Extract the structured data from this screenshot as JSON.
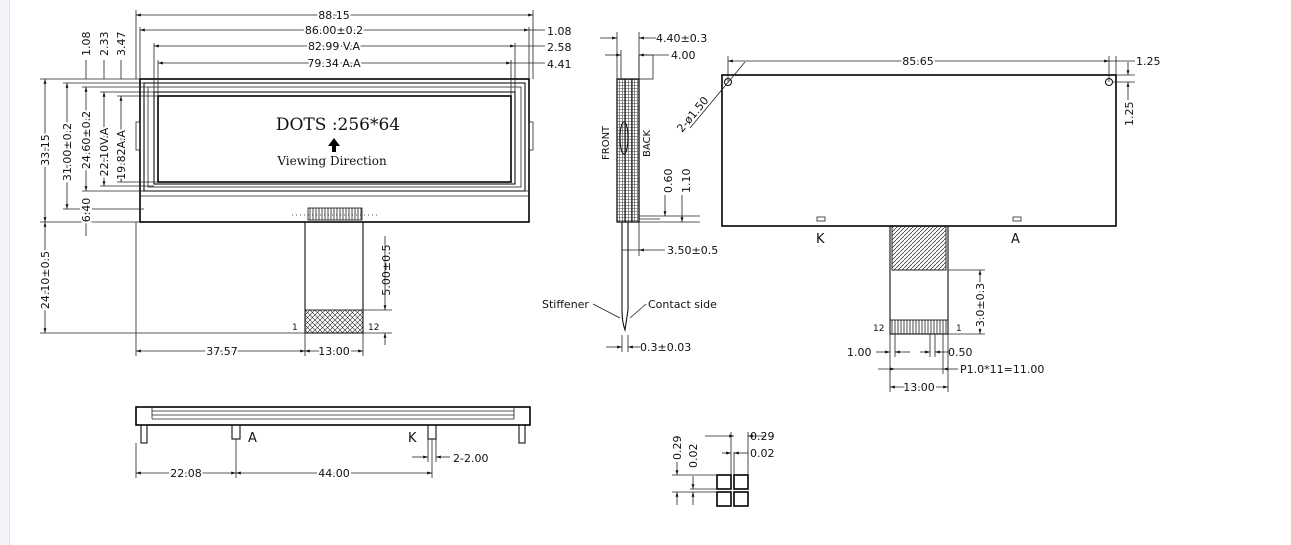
{
  "front_view": {
    "width_overall": "88.15",
    "width_outline": "86.00±0.2",
    "width_va": "82.99 V.A",
    "width_aa": "79.34 A.A",
    "right_offset_1": "1.08",
    "right_offset_2": "2.58",
    "right_offset_3": "4.41",
    "top_offset_1": "1.08",
    "top_offset_2": "2.33",
    "top_offset_3": "3.47",
    "height_overall": "33.15",
    "height_outline": "31.00±0.2",
    "height_2": "24.60±0.2",
    "height_va": "22.10V.A",
    "height_aa": "19.82A.A",
    "bottom_offset": "6.40",
    "fpc_length": "24.10±0.5",
    "dots_label": "DOTS :256*64",
    "viewing_direction": "Viewing Direction",
    "pin_first": "1",
    "pin_last": "12",
    "fpc_stiff_len": "5.00±0.5",
    "fpc_left_offset": "37.57",
    "fpc_width": "13.00"
  },
  "side_view": {
    "thickness_1": "4.40±0.3",
    "thickness_2": "4.00",
    "front_label": "FRONT",
    "back_label": "BACK",
    "dim_1": "0.60",
    "dim_2": "1.10",
    "fpc_dim": "3.50±0.5",
    "stiffener_label": "Stiffener",
    "contact_label": "Contact side",
    "fpc_thickness": "0.3±0.03"
  },
  "back_view": {
    "width": "85.65",
    "hole_offset_x": "1.25",
    "hole_offset_y": "1.25",
    "hole_spec": "2-ø1.50",
    "k_label": "K",
    "a_label": "A",
    "stiff_len": "3.0±0.3",
    "pin_left": "12",
    "pin_right": "1",
    "left_offset": "1.00",
    "pad_width": "0.50",
    "pitch": "P1.0*11=11.00",
    "fpc_width": "13.00"
  },
  "bottom_view": {
    "a_label": "A",
    "k_label": "K",
    "offset": "22.08",
    "pin_distance": "44.00",
    "pin_width": "2-2.00"
  },
  "pixel_detail": {
    "size_h": "0.29",
    "gap_h": "0.02",
    "size_v": "0.29",
    "gap_v": "0.02"
  },
  "colors": {
    "line": "#111111",
    "background": "#ffffff",
    "sheet_edge": "#f3f4f8"
  }
}
